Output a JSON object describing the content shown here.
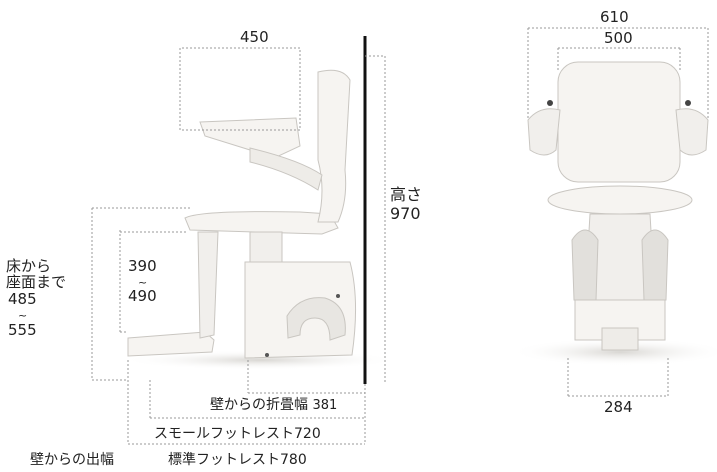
{
  "colors": {
    "line": "#999999",
    "chair_fill": "#f6f4f1",
    "chair_stroke": "#c9c6c1",
    "wall": "#111111",
    "shadow": "#dcdad7"
  },
  "side_view": {
    "top_width": "450",
    "seat_range_top": "390",
    "seat_range_sep": "~",
    "seat_range_bottom": "490",
    "floor_to_seat_l1": "床から",
    "floor_to_seat_l2": "座面まで",
    "floor_to_seat_v1": "485",
    "floor_to_seat_sep": "~",
    "floor_to_seat_v2": "555",
    "height_label": "高さ",
    "height_value": "970",
    "folded_width_label": "壁からの折畳幅",
    "folded_width_value": "381",
    "small_footrest_label": "スモールフットレスト",
    "small_footrest_value": "720",
    "wall_projection_label": "壁からの出幅",
    "std_footrest_label": "標準フットレスト",
    "std_footrest_value": "780"
  },
  "front_view": {
    "overall_width": "610",
    "seat_width": "500",
    "base_width": "284"
  }
}
